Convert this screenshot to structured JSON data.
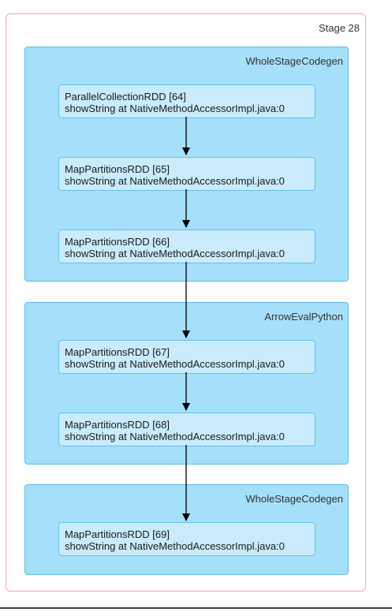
{
  "stage": {
    "title": "Stage 28"
  },
  "clusters": [
    {
      "title": "WholeStageCodegen"
    },
    {
      "title": "ArrowEvalPython"
    },
    {
      "title": "WholeStageCodegen"
    }
  ],
  "nodes": [
    {
      "name": "ParallelCollectionRDD [64]",
      "callsite": "showString at NativeMethodAccessorImpl.java:0"
    },
    {
      "name": "MapPartitionsRDD [65]",
      "callsite": "showString at NativeMethodAccessorImpl.java:0"
    },
    {
      "name": "MapPartitionsRDD [66]",
      "callsite": "showString at NativeMethodAccessorImpl.java:0"
    },
    {
      "name": "MapPartitionsRDD [67]",
      "callsite": "showString at NativeMethodAccessorImpl.java:0"
    },
    {
      "name": "MapPartitionsRDD [68]",
      "callsite": "showString at NativeMethodAccessorImpl.java:0"
    },
    {
      "name": "MapPartitionsRDD [69]",
      "callsite": "showString at NativeMethodAccessorImpl.java:0"
    }
  ],
  "colors": {
    "cluster_fill": "#a6dff9",
    "node_fill": "#c9ebfc",
    "stage_border": "#f3a3b5",
    "edge": "#000000"
  }
}
